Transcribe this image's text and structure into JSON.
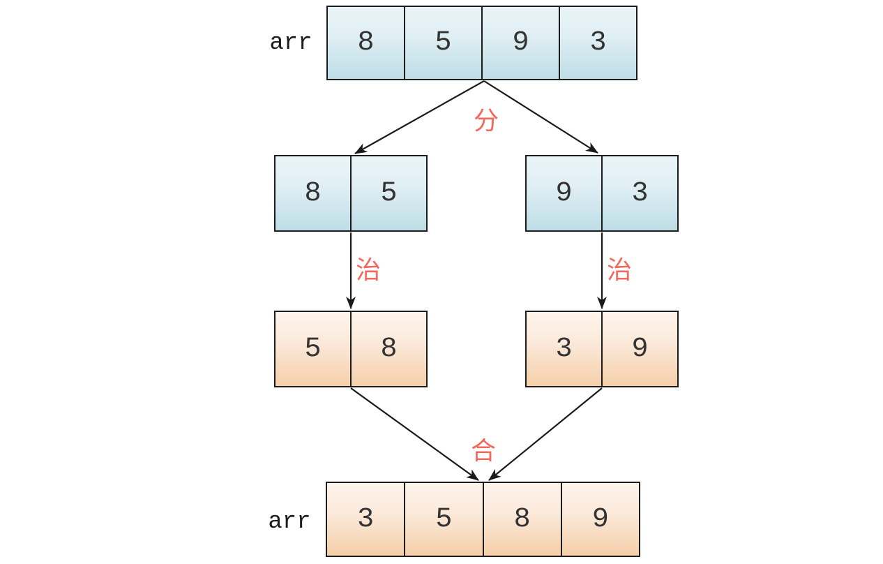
{
  "diagram": {
    "name": "merge-sort-divide-and-conquer",
    "stages": {
      "divide": "分",
      "conquer": "治",
      "merge": "合"
    },
    "arrays": {
      "source": {
        "label": "arr",
        "values": [
          "8",
          "5",
          "9",
          "3"
        ],
        "palette": "blue"
      },
      "left_half": {
        "values": [
          "8",
          "5"
        ],
        "palette": "blue"
      },
      "right_half": {
        "values": [
          "9",
          "3"
        ],
        "palette": "blue"
      },
      "left_sorted": {
        "values": [
          "5",
          "8"
        ],
        "palette": "orange"
      },
      "right_sorted": {
        "values": [
          "3",
          "9"
        ],
        "palette": "orange"
      },
      "result": {
        "label": "arr",
        "values": [
          "3",
          "5",
          "8",
          "9"
        ],
        "palette": "orange"
      }
    },
    "edges": [
      {
        "from": "source",
        "to": "left_half",
        "stage": "divide"
      },
      {
        "from": "source",
        "to": "right_half",
        "stage": "divide"
      },
      {
        "from": "left_half",
        "to": "left_sorted",
        "stage": "conquer"
      },
      {
        "from": "right_half",
        "to": "right_sorted",
        "stage": "conquer"
      },
      {
        "from": "left_sorted",
        "to": "result",
        "stage": "merge"
      },
      {
        "from": "right_sorted",
        "to": "result",
        "stage": "merge"
      }
    ],
    "colors": {
      "blue_cell_top": "#eaf4f8",
      "blue_cell_bottom": "#bedde6",
      "orange_cell_top": "#fdf4eb",
      "orange_cell_bottom": "#f5cfaa",
      "border": "#1c1c1c",
      "stage_label": "#f2685c",
      "value_text": "#333333"
    }
  }
}
